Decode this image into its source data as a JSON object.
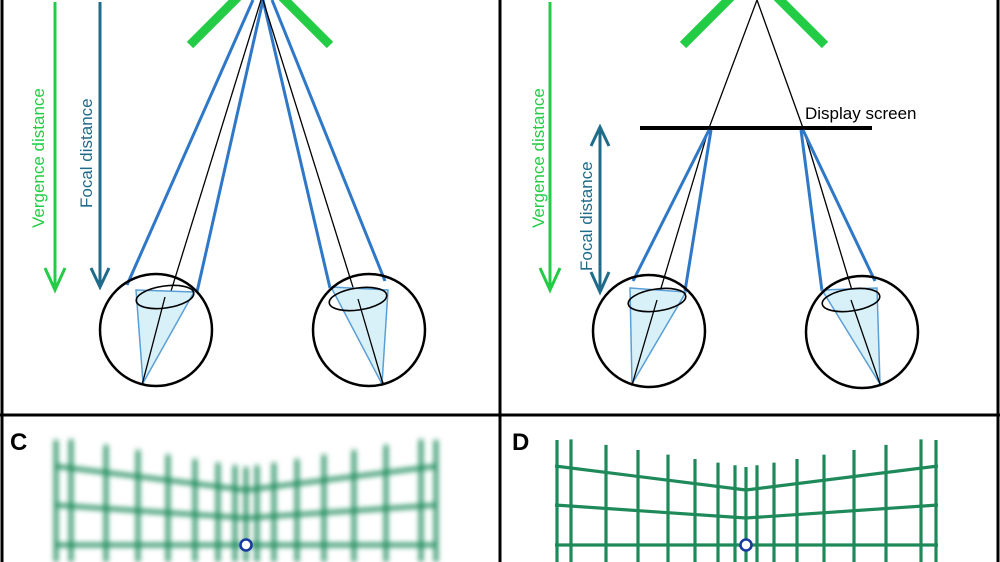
{
  "colors": {
    "vergence": "#22cc44",
    "focal": "#1f6b8a",
    "rays": "#2f78c8",
    "cone_fill": "#d8f0f8",
    "cone_stroke": "#5a9fd6",
    "grid": "#1e8a5a",
    "fixation": "#1a3aa0",
    "black": "#000000"
  },
  "panel_a": {
    "vergence_label": "Vergence distance",
    "focal_label": "Focal distance"
  },
  "panel_b": {
    "vergence_label": "Vergence distance",
    "focal_label": "Focal distance",
    "screen_label": "Display screen"
  },
  "panel_c": {
    "letter": "C",
    "style": "blurred"
  },
  "panel_d": {
    "letter": "D",
    "style": "sharp"
  },
  "icons": {
    "fixation": "fixation-circle-icon",
    "target": "chevron-target-icon",
    "eye": "eye-icon"
  }
}
